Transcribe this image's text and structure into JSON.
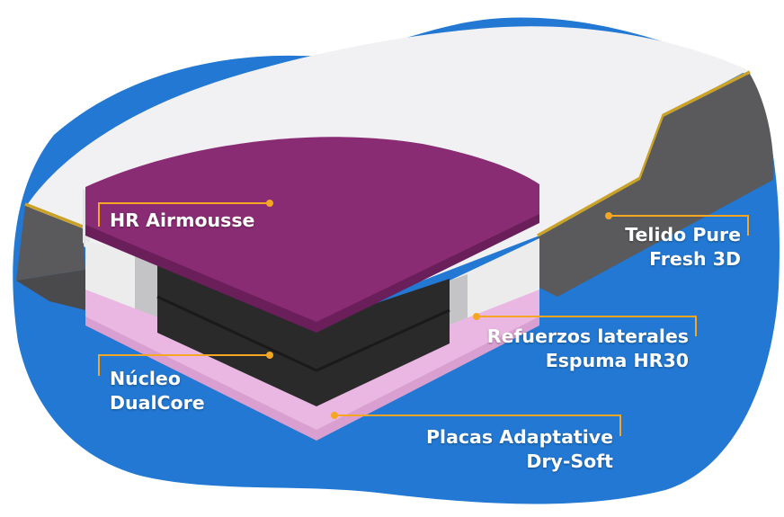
{
  "colors": {
    "background_blob": "#2278d2",
    "top_cover": "#f2f2f4",
    "side_cover": "#5a5a5c",
    "gold_line": "#c9a227",
    "airmousse": "#8a2c74",
    "core": "#2a2a2a",
    "adaptative_plate": "#eab7e3",
    "lateral_support": "#ececec",
    "callout": "#f5a623"
  },
  "labels": {
    "airmousse": {
      "line1": "HR Airmousse"
    },
    "core": {
      "line1": "Núcleo",
      "line2": "DualCore"
    },
    "cover": {
      "line1": "Telido Pure",
      "line2": "Fresh 3D"
    },
    "lateral": {
      "line1": "Refuerzos laterales",
      "line2": "Espuma HR30"
    },
    "plates": {
      "line1": "Placas Adaptative",
      "line2": "Dry-Soft"
    }
  }
}
